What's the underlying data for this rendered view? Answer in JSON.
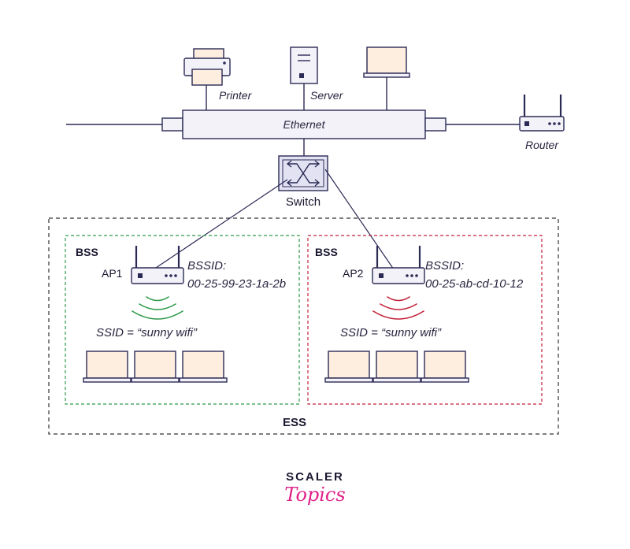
{
  "devices": {
    "printer": "Printer",
    "server": "Server",
    "router": "Router"
  },
  "bus_label": "Ethernet",
  "switch_label": "Switch",
  "ess_label": "ESS",
  "bss_left": {
    "label": "BSS",
    "ap": "AP1",
    "bssid_title": "BSSID:",
    "bssid": "00-25-99-23-1a-2b",
    "ssid": "SSID = “sunny wifi”",
    "color": "#2e9a4a"
  },
  "bss_right": {
    "label": "BSS",
    "ap": "AP2",
    "bssid_title": "BSSID:",
    "bssid": "00-25-ab-cd-10-12",
    "ssid": "SSID = “sunny wifi”",
    "color": "#c4203a"
  },
  "logo": {
    "line1": "SCALER",
    "line2": "Topics",
    "accent": "#e0218a"
  },
  "colors": {
    "stroke": "#2b2a55",
    "laptop_screen": "#fdeee0",
    "device_fill": "#f3f2f8",
    "switch_fill": "#e3e2f3"
  }
}
